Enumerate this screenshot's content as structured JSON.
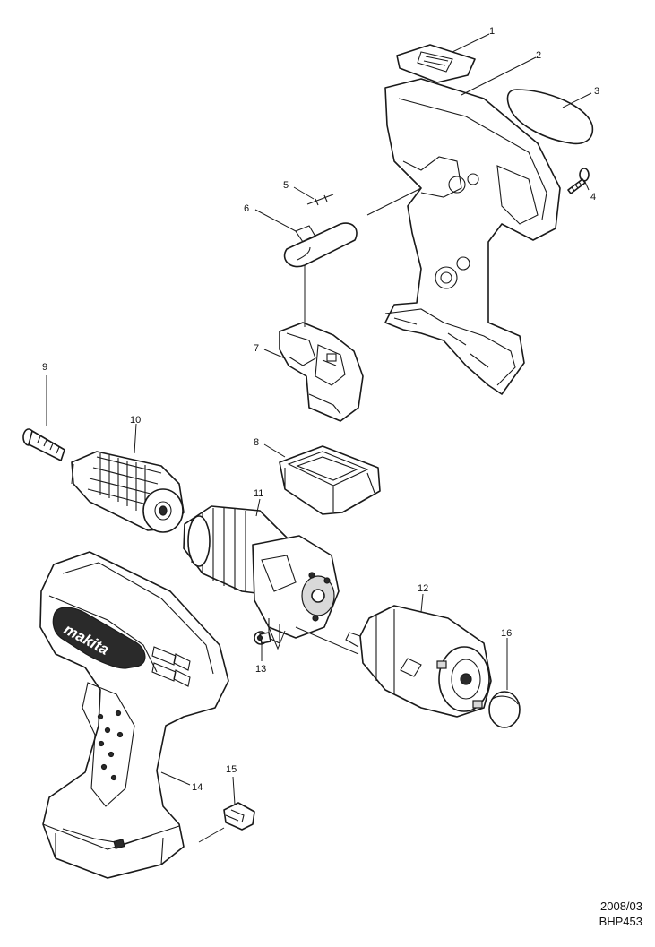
{
  "diagram": {
    "part_numbers": [
      "1",
      "2",
      "3",
      "4",
      "5",
      "6",
      "7",
      "8",
      "9",
      "10",
      "11",
      "12",
      "13",
      "14",
      "15",
      "16"
    ],
    "brand_logo": "makita",
    "date": "2008/03",
    "model": "BHP453"
  }
}
